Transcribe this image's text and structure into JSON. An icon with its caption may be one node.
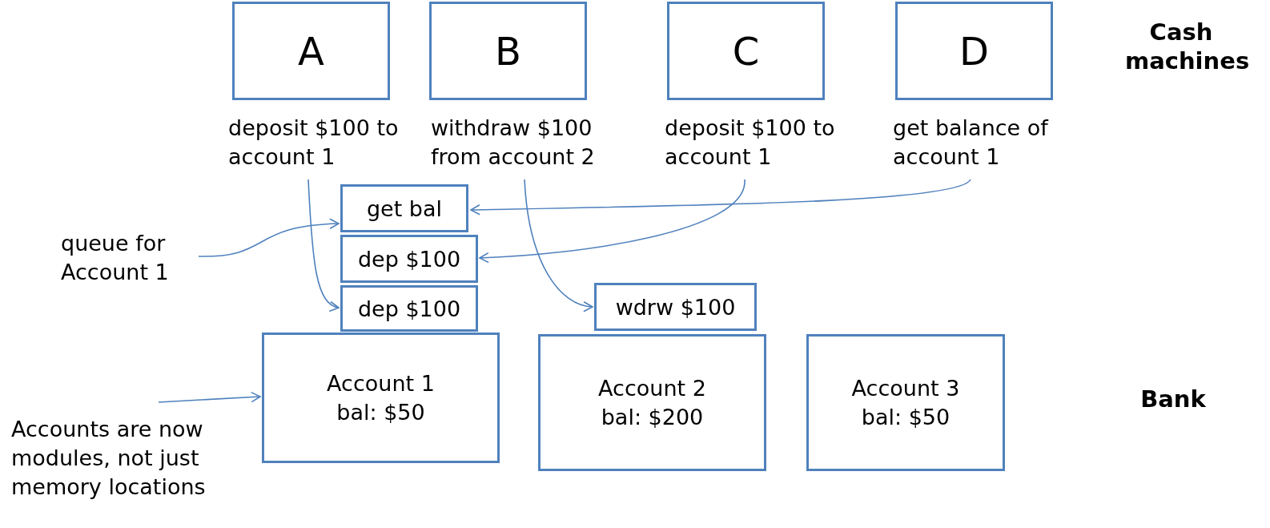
{
  "diagram": {
    "nodes": [
      {
        "text": [
          "A"
        ]
      },
      {
        "text": [
          "B"
        ]
      },
      {
        "text": [
          "C"
        ]
      },
      {
        "text": [
          "D"
        ]
      },
      {
        "text": [
          "deposit $100 to account 1"
        ]
      },
      {
        "text": [
          "withdraw $100 from account 2"
        ]
      },
      {
        "text": [
          "deposit $100 to account 1"
        ]
      },
      {
        "text": [
          "get balance of account 1"
        ]
      },
      {
        "text": [
          "get bal"
        ]
      },
      {
        "text": [
          "dep $100"
        ]
      },
      {
        "text": [
          "dep $100"
        ]
      },
      {
        "text": [
          "wdrw $100"
        ]
      },
      {
        "text": [
          "Account 1",
          "bal: $50"
        ]
      },
      {
        "text": [
          "Account 2",
          "bal: $200"
        ]
      },
      {
        "text": [
          "Account 3",
          "bal: $50"
        ]
      },
      {
        "text": [
          "queue for Account 1"
        ]
      },
      {
        "text": [
          "Accounts are now modules, not just memory locations"
        ]
      }
    ],
    "edges": [
      {
        "from": 4,
        "to": 10,
        "arrow": "to"
      },
      {
        "from": 5,
        "to": 11,
        "arrow": "to"
      },
      {
        "from": 6,
        "to": 9,
        "arrow": "to"
      },
      {
        "from": 7,
        "to": 8,
        "arrow": "to"
      },
      {
        "from": 15,
        "to": 8,
        "arrow": "to"
      },
      {
        "from": 16,
        "to": 12,
        "arrow": "to"
      }
    ],
    "labels": [
      "Cash machines",
      "Bank"
    ]
  }
}
